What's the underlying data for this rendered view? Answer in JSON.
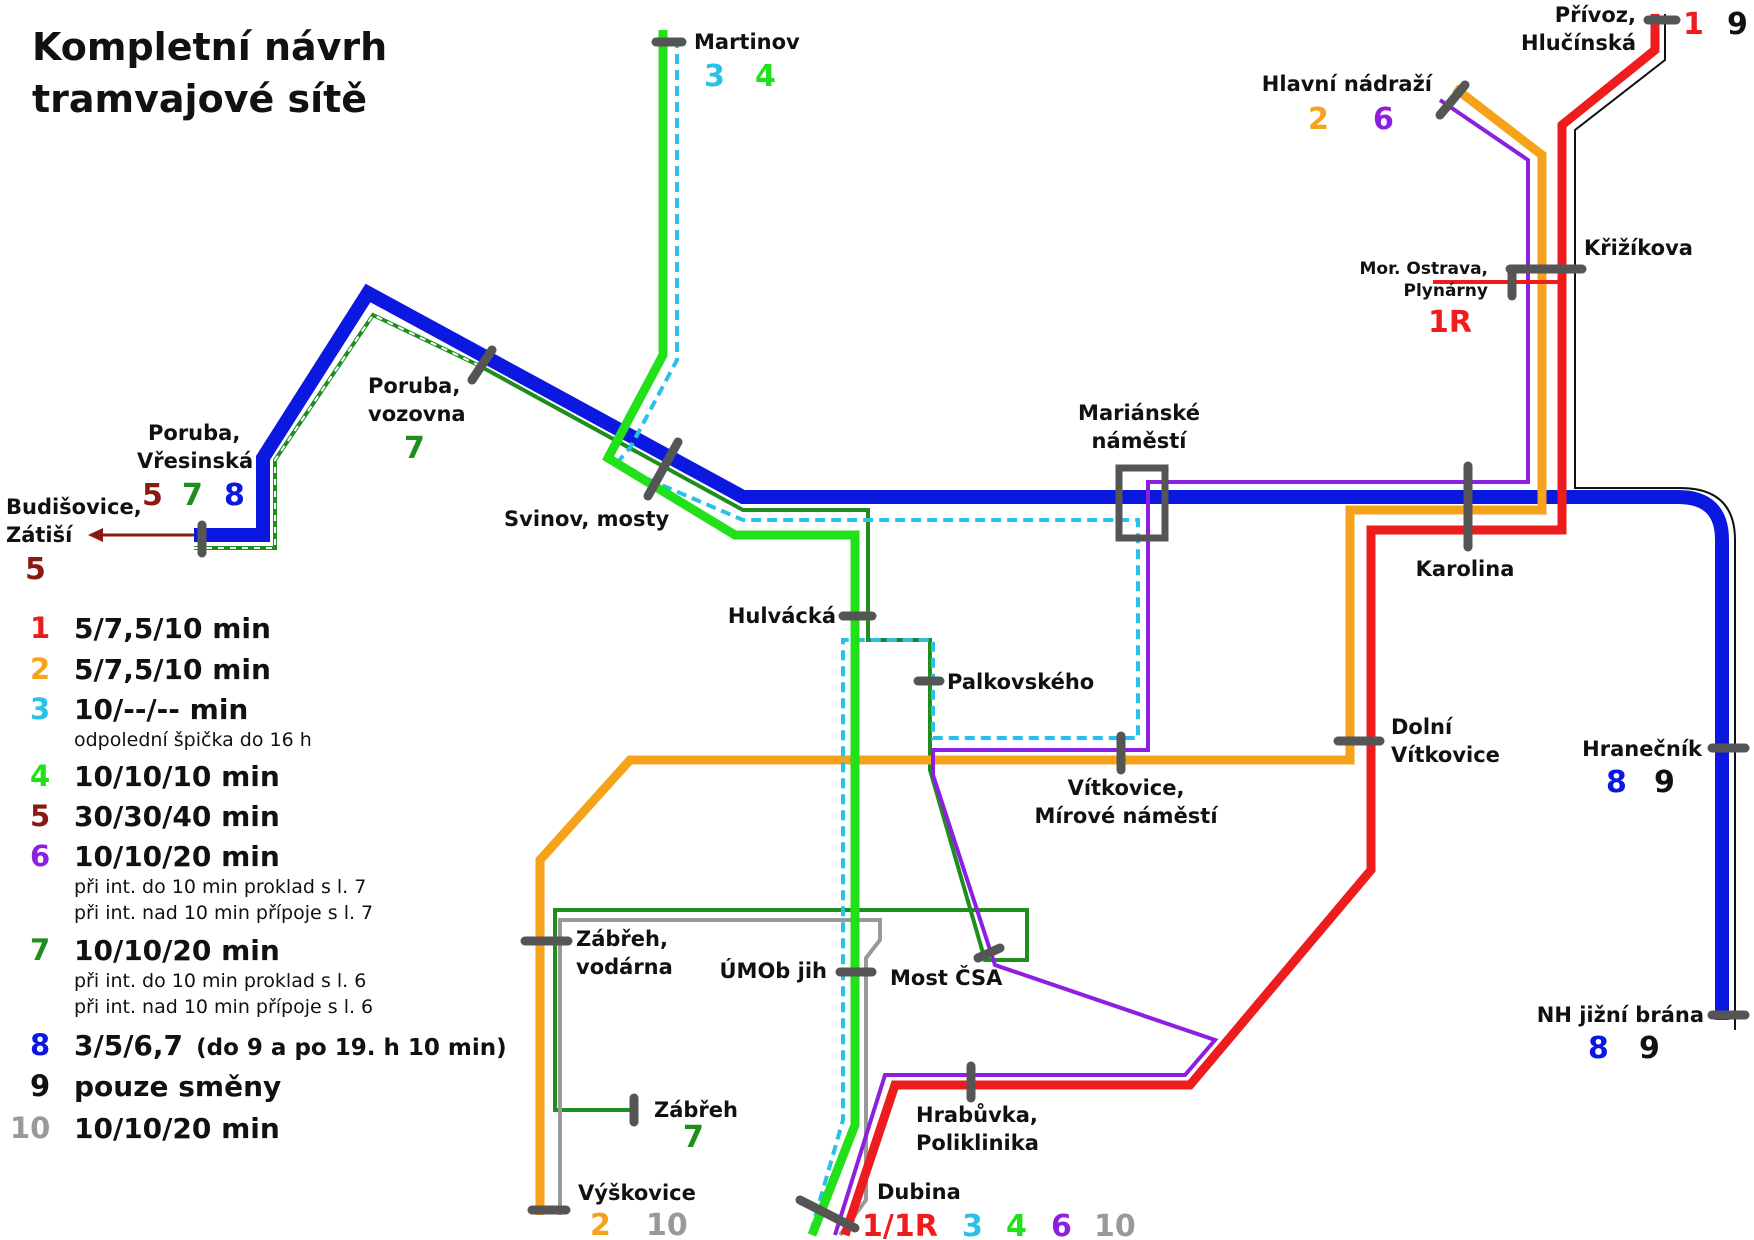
{
  "title": [
    "Kompletní návrh",
    "tramvajové sítě"
  ],
  "colors": {
    "line1": "#ee1c1c",
    "line2": "#f7a21b",
    "line3": "#29c1e8",
    "line4": "#22e01a",
    "line5": "#8a1a10",
    "line6": "#8d20e0",
    "line7": "#1e8e1e",
    "line8": "#0b18e0",
    "line9": "#111111",
    "line10": "#999999"
  },
  "stations": {
    "martinov": "Martinov",
    "privoz": [
      "Přívoz,",
      "Hlučínská"
    ],
    "hlavni": "Hlavní nádraží",
    "krizikova": "Křižíkova",
    "plynarny": [
      "Mor. Ostrava,",
      "Plynárny"
    ],
    "poruba_vozovna": [
      "Poruba,",
      "vozovna"
    ],
    "poruba_vresinska": [
      "Poruba,",
      "Vřesinská"
    ],
    "budisovice": [
      "Budišovice,",
      "Zátiší"
    ],
    "svinov": "Svinov, mosty",
    "marianske": [
      "Mariánské",
      "náměstí"
    ],
    "karolina": "Karolina",
    "hulvacka": "Hulvácká",
    "palkovskeho": "Palkovského",
    "dolni_vitkovice": [
      "Dolní",
      "Vítkovice"
    ],
    "hranecnik": "Hranečník",
    "vitkovice": [
      "Vítkovice,",
      "Mírové náměstí"
    ],
    "zabreh_vodarna": [
      "Zábřeh,",
      "vodárna"
    ],
    "umob": "ÚMOb jih",
    "most_csa": "Most ČSA",
    "nh": "NH jižní brána",
    "zabreh": "Zábřeh",
    "hrabuvka": [
      "Hrabůvka,",
      "Poliklinika"
    ],
    "vyskovice": "Výškovice",
    "dubina": "Dubina"
  },
  "line_labels": {
    "martinov": [
      "3",
      "4"
    ],
    "privoz": [
      "1",
      "9"
    ],
    "hlavni": [
      "2",
      "6"
    ],
    "plynarny": "1R",
    "poruba_vozovna": "7",
    "poruba_vresinska": [
      "5",
      "7",
      "8"
    ],
    "budisovice": "5",
    "hranecnik": [
      "8",
      "9"
    ],
    "nh": [
      "8",
      "9"
    ],
    "zabreh": "7",
    "vyskovice": [
      "2",
      "10"
    ],
    "dubina": [
      "1/1R",
      "3",
      "4",
      "6",
      "10"
    ]
  },
  "legend": [
    {
      "line": "1",
      "interval": "5/7,5/10 min",
      "notes": []
    },
    {
      "line": "2",
      "interval": "5/7,5/10 min",
      "notes": []
    },
    {
      "line": "3",
      "interval": "10/--/-- min",
      "notes": [
        "odpolední špička do 16 h"
      ]
    },
    {
      "line": "4",
      "interval": "10/10/10 min",
      "notes": []
    },
    {
      "line": "5",
      "interval": "30/30/40 min",
      "notes": []
    },
    {
      "line": "6",
      "interval": "10/10/20 min",
      "notes": [
        "při int. do 10 min proklad s l. 7",
        "při int. nad 10 min přípoje s l. 7"
      ]
    },
    {
      "line": "7",
      "interval": "10/10/20 min",
      "notes": [
        "při int. do 10 min proklad s l. 6",
        "při int. nad 10 min přípoje s l. 6"
      ]
    },
    {
      "line": "8",
      "interval": "3/5/6,7",
      "interval_extra": "(do 9 a po 19. h 10 min)",
      "notes": []
    },
    {
      "line": "9",
      "interval": "pouze směny",
      "notes": []
    },
    {
      "line": "10",
      "interval": "10/10/20 min",
      "notes": []
    }
  ]
}
